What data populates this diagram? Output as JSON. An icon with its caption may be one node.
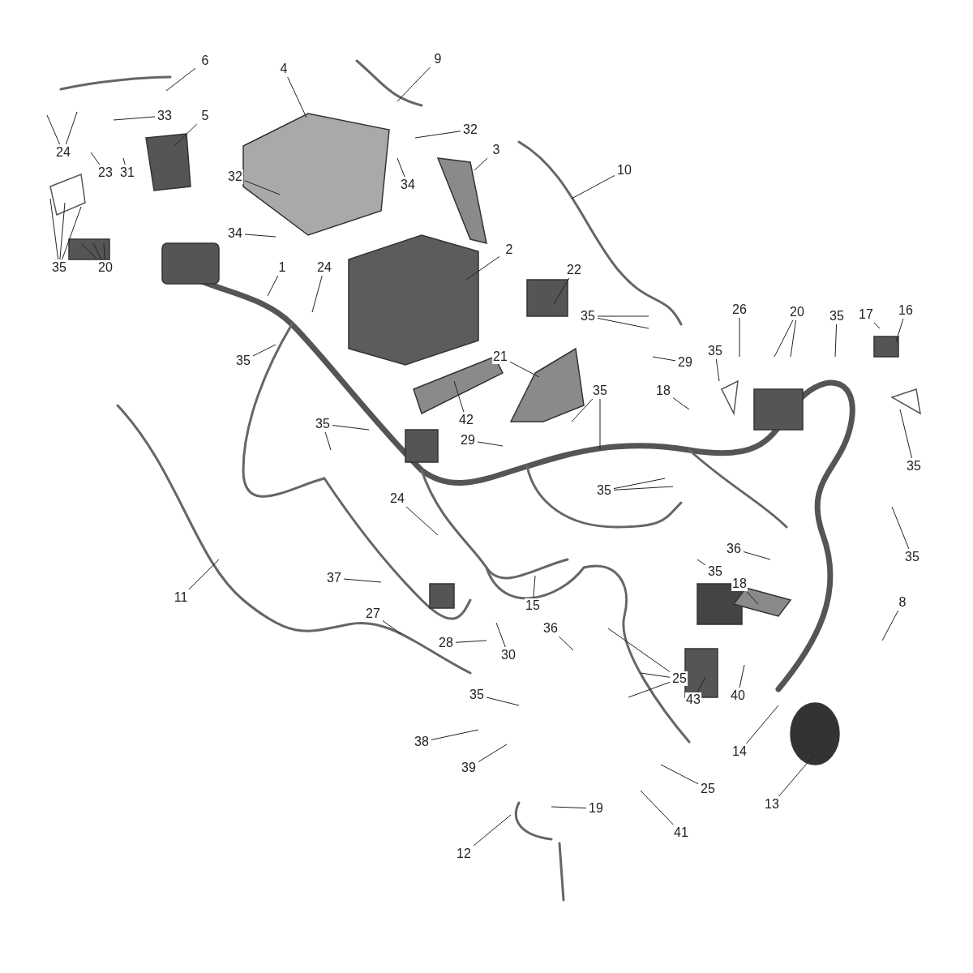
{
  "diagram": {
    "nodes": [
      {
        "text": [
          "6"
        ]
      },
      {
        "text": [
          "9"
        ]
      },
      {
        "text": [
          "4"
        ]
      },
      {
        "text": [
          "33"
        ]
      },
      {
        "text": [
          "5"
        ]
      },
      {
        "text": [
          "24"
        ]
      },
      {
        "text": [
          "23"
        ]
      },
      {
        "text": [
          "31"
        ]
      },
      {
        "text": [
          "32"
        ]
      },
      {
        "text": [
          "3"
        ]
      },
      {
        "text": [
          "34"
        ]
      },
      {
        "text": [
          "32"
        ]
      },
      {
        "text": [
          "34"
        ]
      },
      {
        "text": [
          "35"
        ]
      },
      {
        "text": [
          "20"
        ]
      },
      {
        "text": [
          "10"
        ]
      },
      {
        "text": [
          "2"
        ]
      },
      {
        "text": [
          "1"
        ]
      },
      {
        "text": [
          "24"
        ]
      },
      {
        "text": [
          "22"
        ]
      },
      {
        "text": [
          "35"
        ]
      },
      {
        "text": [
          "17"
        ]
      },
      {
        "text": [
          "16"
        ]
      },
      {
        "text": [
          "26"
        ]
      },
      {
        "text": [
          "20"
        ]
      },
      {
        "text": [
          "35"
        ]
      },
      {
        "text": [
          "35"
        ]
      },
      {
        "text": [
          "21"
        ]
      },
      {
        "text": [
          "29"
        ]
      },
      {
        "text": [
          "35"
        ]
      },
      {
        "text": [
          "35"
        ]
      },
      {
        "text": [
          "18"
        ]
      },
      {
        "text": [
          "35"
        ]
      },
      {
        "text": [
          "35"
        ]
      },
      {
        "text": [
          "42"
        ]
      },
      {
        "text": [
          "29"
        ]
      },
      {
        "text": [
          "35"
        ]
      },
      {
        "text": [
          "24"
        ]
      },
      {
        "text": [
          "35"
        ]
      },
      {
        "text": [
          "36"
        ]
      },
      {
        "text": [
          "35"
        ]
      },
      {
        "text": [
          "18"
        ]
      },
      {
        "text": [
          "11"
        ]
      },
      {
        "text": [
          "37"
        ]
      },
      {
        "text": [
          "15"
        ]
      },
      {
        "text": [
          "8"
        ]
      },
      {
        "text": [
          "27"
        ]
      },
      {
        "text": [
          "28"
        ]
      },
      {
        "text": [
          "30"
        ]
      },
      {
        "text": [
          "36"
        ]
      },
      {
        "text": [
          "25"
        ]
      },
      {
        "text": [
          "40"
        ]
      },
      {
        "text": [
          "43"
        ]
      },
      {
        "text": [
          "35"
        ]
      },
      {
        "text": [
          "38"
        ]
      },
      {
        "text": [
          "39"
        ]
      },
      {
        "text": [
          "14"
        ]
      },
      {
        "text": [
          "25"
        ]
      },
      {
        "text": [
          "41"
        ]
      },
      {
        "text": [
          "19"
        ]
      },
      {
        "text": [
          "12"
        ]
      },
      {
        "text": [
          "13"
        ]
      }
    ],
    "edges": [
      {
        "from": 0,
        "to": null,
        "arrow": "none"
      },
      {
        "from": 1,
        "to": null,
        "arrow": "none"
      },
      {
        "from": 2,
        "to": null,
        "arrow": "none"
      },
      {
        "from": 3,
        "to": null,
        "arrow": "none"
      },
      {
        "from": 4,
        "to": null,
        "arrow": "none"
      },
      {
        "from": 5,
        "to": null,
        "arrow": "none"
      },
      {
        "from": 5,
        "to": null,
        "arrow": "none"
      },
      {
        "from": 6,
        "to": null,
        "arrow": "none"
      },
      {
        "from": 7,
        "to": null,
        "arrow": "none"
      },
      {
        "from": 8,
        "to": null,
        "arrow": "none"
      },
      {
        "from": 9,
        "to": null,
        "arrow": "none"
      },
      {
        "from": 10,
        "to": null,
        "arrow": "none"
      },
      {
        "from": 11,
        "to": null,
        "arrow": "none"
      },
      {
        "from": 12,
        "to": null,
        "arrow": "none"
      },
      {
        "from": 13,
        "to": null,
        "arrow": "none"
      },
      {
        "from": 13,
        "to": null,
        "arrow": "none"
      },
      {
        "from": 13,
        "to": null,
        "arrow": "none"
      },
      {
        "from": 14,
        "to": null,
        "arrow": "none"
      },
      {
        "from": 14,
        "to": null,
        "arrow": "none"
      },
      {
        "from": 14,
        "to": null,
        "arrow": "none"
      },
      {
        "from": 15,
        "to": null,
        "arrow": "none"
      },
      {
        "from": 16,
        "to": null,
        "arrow": "none"
      },
      {
        "from": 17,
        "to": null,
        "arrow": "none"
      },
      {
        "from": 18,
        "to": null,
        "arrow": "none"
      },
      {
        "from": 19,
        "to": null,
        "arrow": "none"
      },
      {
        "from": 20,
        "to": null,
        "arrow": "none"
      },
      {
        "from": 20,
        "to": null,
        "arrow": "none"
      },
      {
        "from": 21,
        "to": null,
        "arrow": "none"
      },
      {
        "from": 22,
        "to": null,
        "arrow": "none"
      },
      {
        "from": 23,
        "to": null,
        "arrow": "none"
      },
      {
        "from": 24,
        "to": null,
        "arrow": "none"
      },
      {
        "from": 24,
        "to": null,
        "arrow": "none"
      },
      {
        "from": 25,
        "to": null,
        "arrow": "none"
      },
      {
        "from": 26,
        "to": null,
        "arrow": "none"
      },
      {
        "from": 27,
        "to": null,
        "arrow": "none"
      },
      {
        "from": 28,
        "to": null,
        "arrow": "none"
      },
      {
        "from": 29,
        "to": null,
        "arrow": "none"
      },
      {
        "from": 30,
        "to": null,
        "arrow": "none"
      },
      {
        "from": 30,
        "to": null,
        "arrow": "none"
      },
      {
        "from": 31,
        "to": null,
        "arrow": "none"
      },
      {
        "from": 32,
        "to": null,
        "arrow": "none"
      },
      {
        "from": 33,
        "to": null,
        "arrow": "none"
      },
      {
        "from": 33,
        "to": null,
        "arrow": "none"
      },
      {
        "from": 34,
        "to": null,
        "arrow": "none"
      },
      {
        "from": 35,
        "to": null,
        "arrow": "none"
      },
      {
        "from": 36,
        "to": null,
        "arrow": "none"
      },
      {
        "from": 36,
        "to": null,
        "arrow": "none"
      },
      {
        "from": 37,
        "to": null,
        "arrow": "none"
      },
      {
        "from": 38,
        "to": null,
        "arrow": "none"
      },
      {
        "from": 39,
        "to": null,
        "arrow": "none"
      },
      {
        "from": 40,
        "to": null,
        "arrow": "none"
      },
      {
        "from": 41,
        "to": null,
        "arrow": "none"
      },
      {
        "from": 42,
        "to": null,
        "arrow": "none"
      },
      {
        "from": 43,
        "to": null,
        "arrow": "none"
      },
      {
        "from": 44,
        "to": null,
        "arrow": "none"
      },
      {
        "from": 45,
        "to": null,
        "arrow": "none"
      },
      {
        "from": 46,
        "to": null,
        "arrow": "none"
      },
      {
        "from": 47,
        "to": null,
        "arrow": "none"
      },
      {
        "from": 48,
        "to": null,
        "arrow": "none"
      },
      {
        "from": 49,
        "to": null,
        "arrow": "none"
      },
      {
        "from": 50,
        "to": null,
        "arrow": "none"
      },
      {
        "from": 50,
        "to": null,
        "arrow": "none"
      },
      {
        "from": 50,
        "to": null,
        "arrow": "none"
      },
      {
        "from": 51,
        "to": null,
        "arrow": "none"
      },
      {
        "from": 52,
        "to": null,
        "arrow": "none"
      },
      {
        "from": 53,
        "to": null,
        "arrow": "none"
      },
      {
        "from": 54,
        "to": null,
        "arrow": "none"
      },
      {
        "from": 55,
        "to": null,
        "arrow": "none"
      },
      {
        "from": 56,
        "to": null,
        "arrow": "none"
      },
      {
        "from": 57,
        "to": null,
        "arrow": "none"
      },
      {
        "from": 58,
        "to": null,
        "arrow": "none"
      },
      {
        "from": 59,
        "to": null,
        "arrow": "none"
      },
      {
        "from": 60,
        "to": null,
        "arrow": "none"
      },
      {
        "from": 61,
        "to": null,
        "arrow": "none"
      }
    ]
  }
}
